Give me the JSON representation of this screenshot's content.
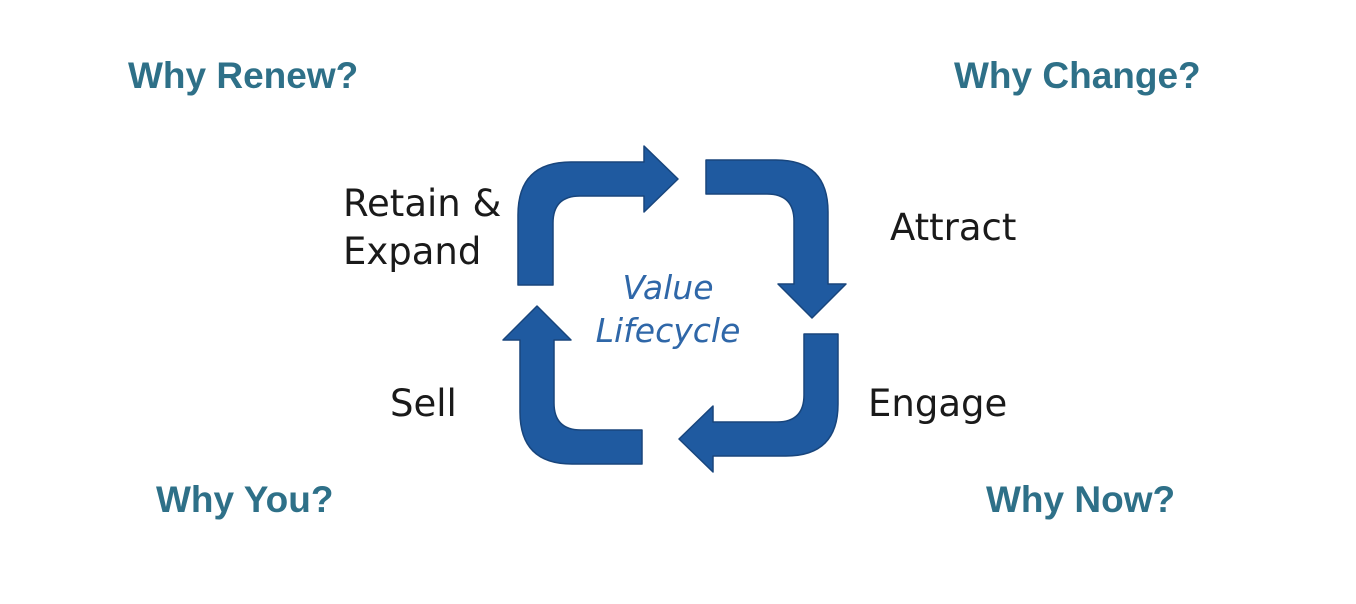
{
  "questions": {
    "top_left": "Why Renew?",
    "top_right": "Why Change?",
    "bottom_left": "Why You?",
    "bottom_right": "Why Now?"
  },
  "stages": {
    "retain_line1": "Retain &",
    "retain_line2": "Expand",
    "attract": "Attract",
    "engage": "Engage",
    "sell": "Sell"
  },
  "center": {
    "line1": "Value",
    "line2": "Lifecycle"
  },
  "colors": {
    "arrow_fill": "#1f5aa0",
    "arrow_stroke": "#18457c",
    "question_text": "#2e7088",
    "center_text": "#2f67a8"
  }
}
